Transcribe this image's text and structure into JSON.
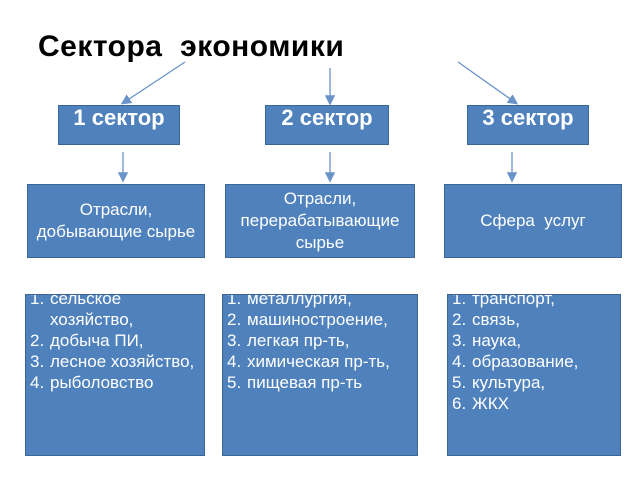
{
  "title": "Сектора  экономики",
  "sectors": [
    {
      "label": "1 сектор",
      "branch": "Отрасли, добывающие сырье",
      "items": [
        "сельское хозяйство,",
        "добыча ПИ,",
        "лесное хозяйство,",
        "рыболовство"
      ]
    },
    {
      "label": "2 сектор",
      "branch": "Отрасли, перерабатывающие   сырье",
      "items": [
        "металлургия,",
        "машиностроение,",
        "легкая пр-ть,",
        "химическая пр-ть,",
        "пищевая пр-ть"
      ]
    },
    {
      "label": "3 сектор",
      "branch": "Сфера  услуг",
      "items": [
        "транспорт,",
        "связь,",
        "наука,",
        "образование,",
        "культура,",
        "ЖКХ"
      ]
    }
  ],
  "colors": {
    "box": "#4f81bd",
    "arrow": "#6a93c9",
    "text": "#ffffff"
  }
}
